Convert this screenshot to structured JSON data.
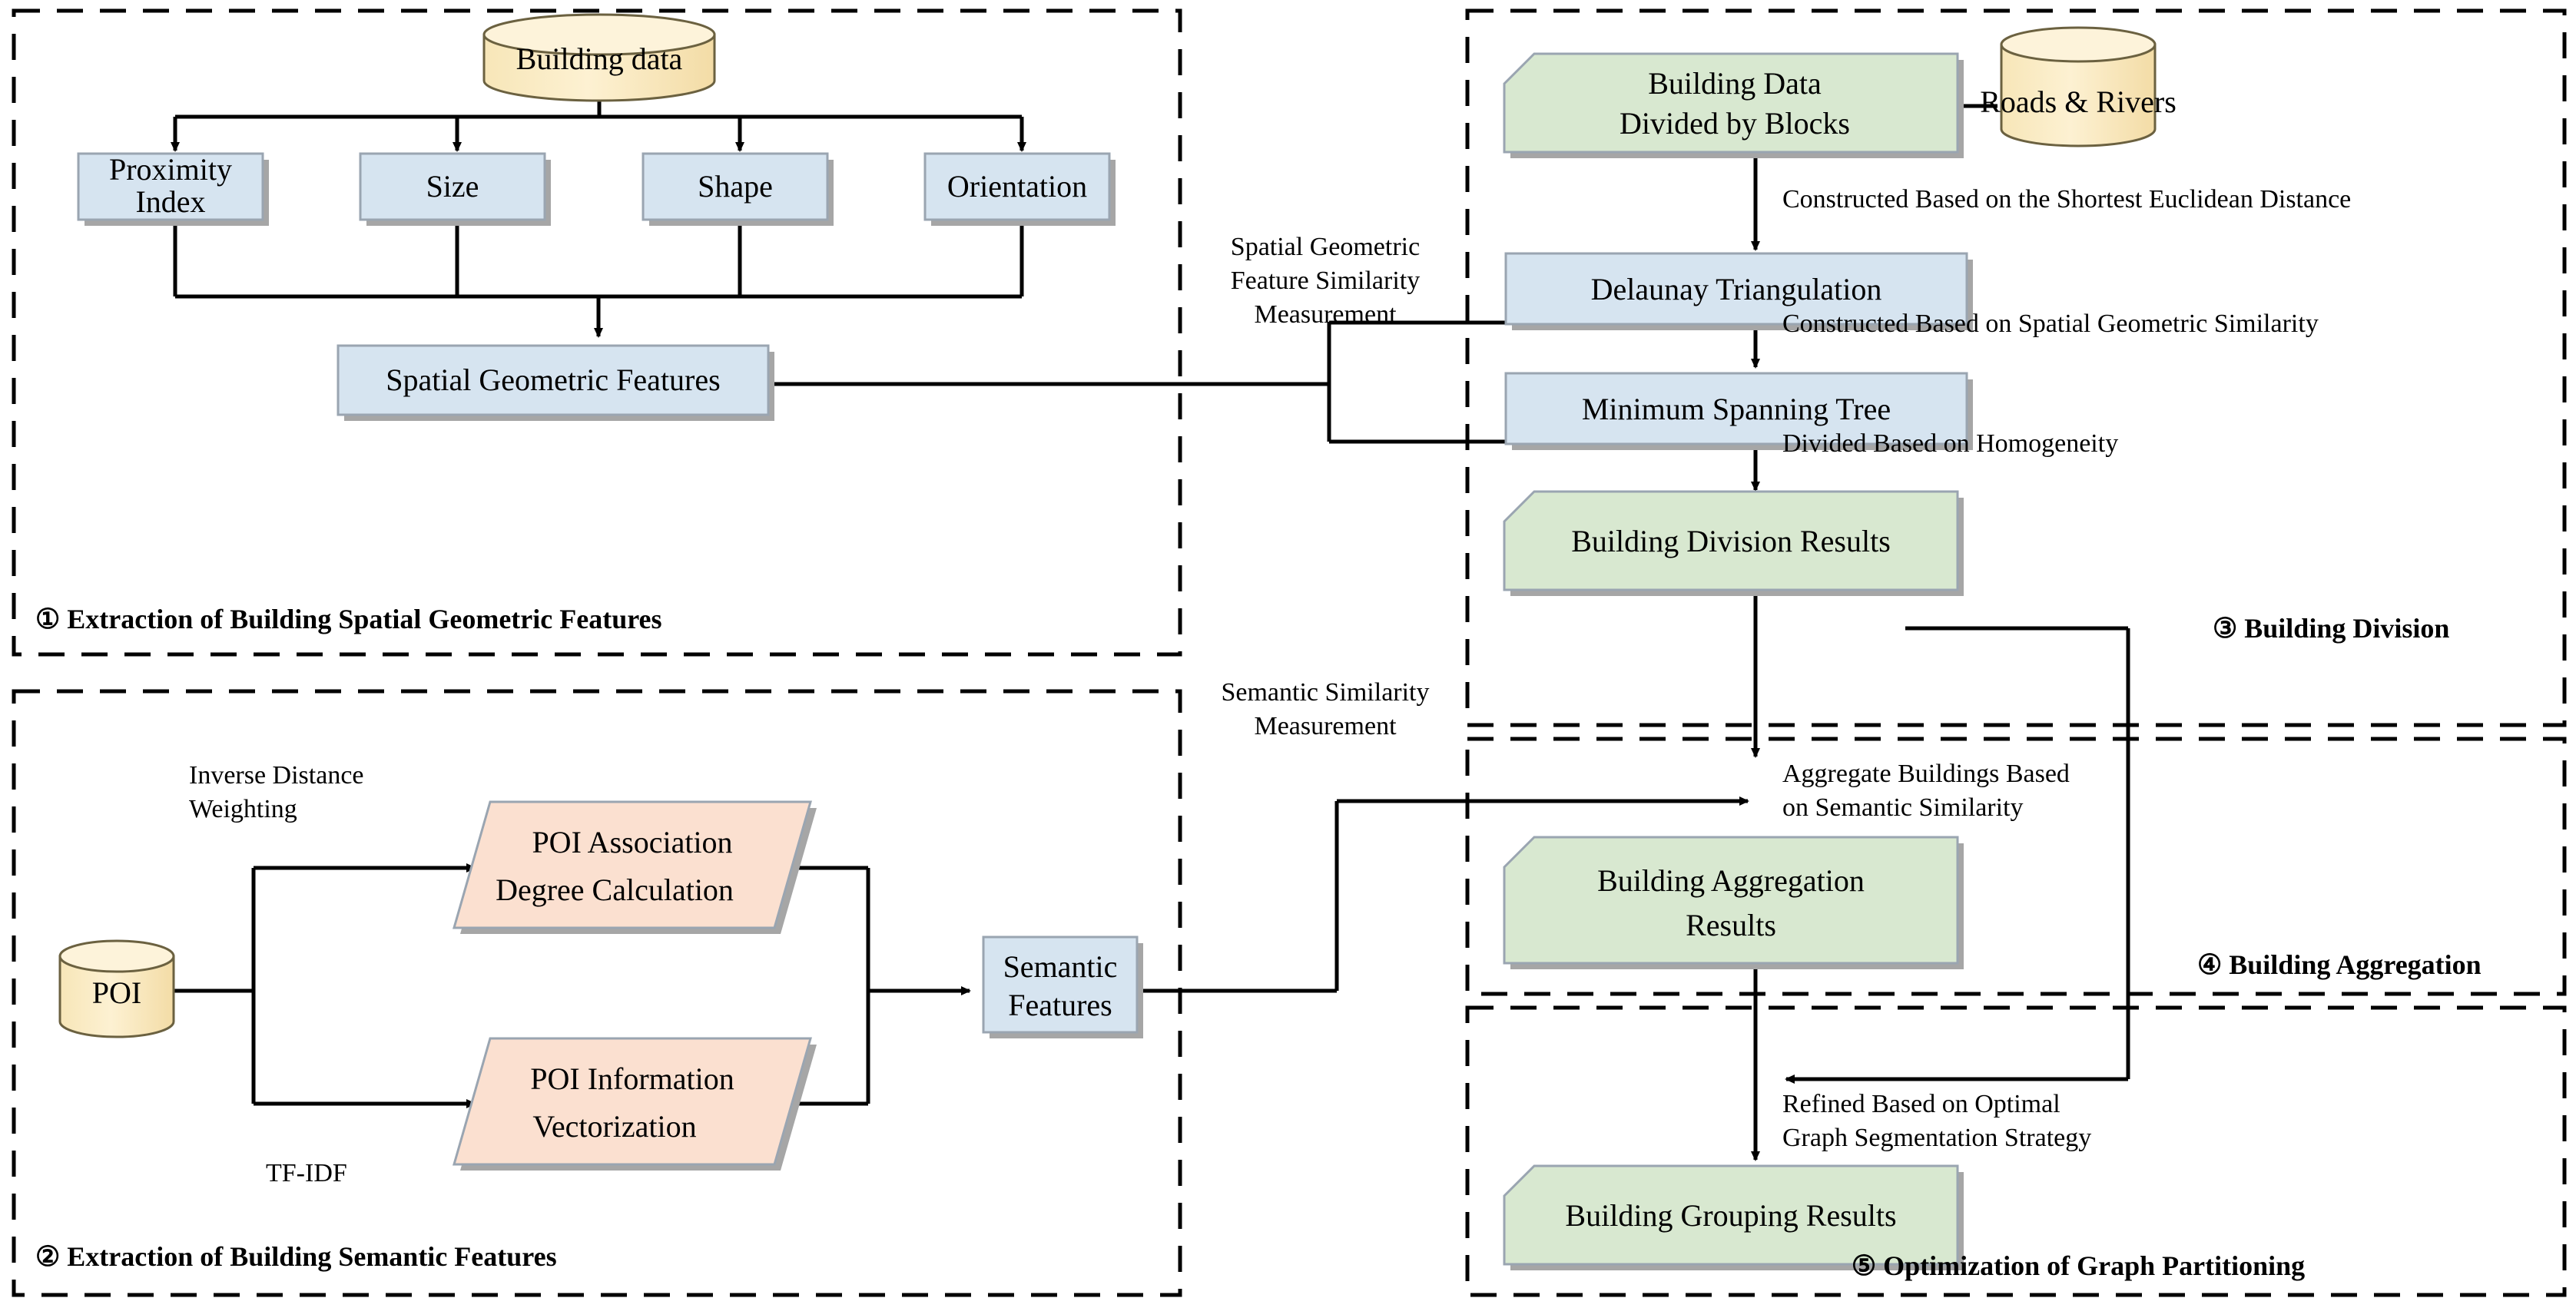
{
  "title": "Building Grouping Workflow Diagram",
  "panels": [
    {
      "id": "panel-1",
      "label": "① Extraction of Building Spatial Geometric Features"
    },
    {
      "id": "panel-2",
      "label": "② Extraction of Building Semantic Features"
    },
    {
      "id": "panel-3",
      "label": "③ Building Division"
    },
    {
      "id": "panel-4",
      "label": "④ Building Aggregation"
    },
    {
      "id": "panel-5",
      "label": "⑤ Optimization of Graph Partitioning"
    }
  ],
  "nodes": {
    "building_data": "Building data",
    "proximity_index_1": "Proximity",
    "proximity_index_2": "Index",
    "size": "Size",
    "shape": "Shape",
    "orientation": "Orientation",
    "spatial_geometric_features": "Spatial Geometric Features",
    "poi": "POI",
    "poi_association_1": "POI Association",
    "poi_association_2": "Degree Calculation",
    "poi_vectorization_1": "POI Information",
    "poi_vectorization_2": "Vectorization",
    "semantic_features_1": "Semantic",
    "semantic_features_2": "Features",
    "building_data_blocks_1": "Building Data",
    "building_data_blocks_2": "Divided by Blocks",
    "roads_rivers": "Roads & Rivers",
    "delaunay": "Delaunay Triangulation",
    "mst": "Minimum Spanning Tree",
    "division_results": "Building Division Results",
    "aggregation_results_1": "Building Aggregation",
    "aggregation_results_2": "Results",
    "grouping_results": "Building Grouping Results"
  },
  "edge_labels": {
    "inverse_distance_1": "Inverse Distance",
    "inverse_distance_2": "Weighting",
    "tfidf": "TF-IDF",
    "spatial_sim_1": "Spatial Geometric",
    "spatial_sim_2": "Feature Similarity",
    "spatial_sim_3": "Measurement",
    "semantic_sim_1": "Semantic Similarity",
    "semantic_sim_2": "Measurement",
    "shortest_euclid": "Constructed Based on the Shortest Euclidean Distance",
    "spatial_geom_sim": "Constructed Based on Spatial Geometric Similarity",
    "homogeneity": "Divided Based on Homogeneity",
    "aggregate_1": "Aggregate Buildings Based",
    "aggregate_2": "on Semantic Similarity",
    "refined_1": "Refined Based on Optimal",
    "refined_2": "Graph Segmentation Strategy"
  },
  "colors": {
    "blue_fill": "#d6e4f0",
    "green_fill": "#d8e8d0",
    "yellow_fill": "#fdecc4",
    "peach_fill": "#fbe0d0",
    "shadow": "#a6a6a6",
    "stroke": "#808080",
    "line": "#000000",
    "background": "#ffffff"
  }
}
